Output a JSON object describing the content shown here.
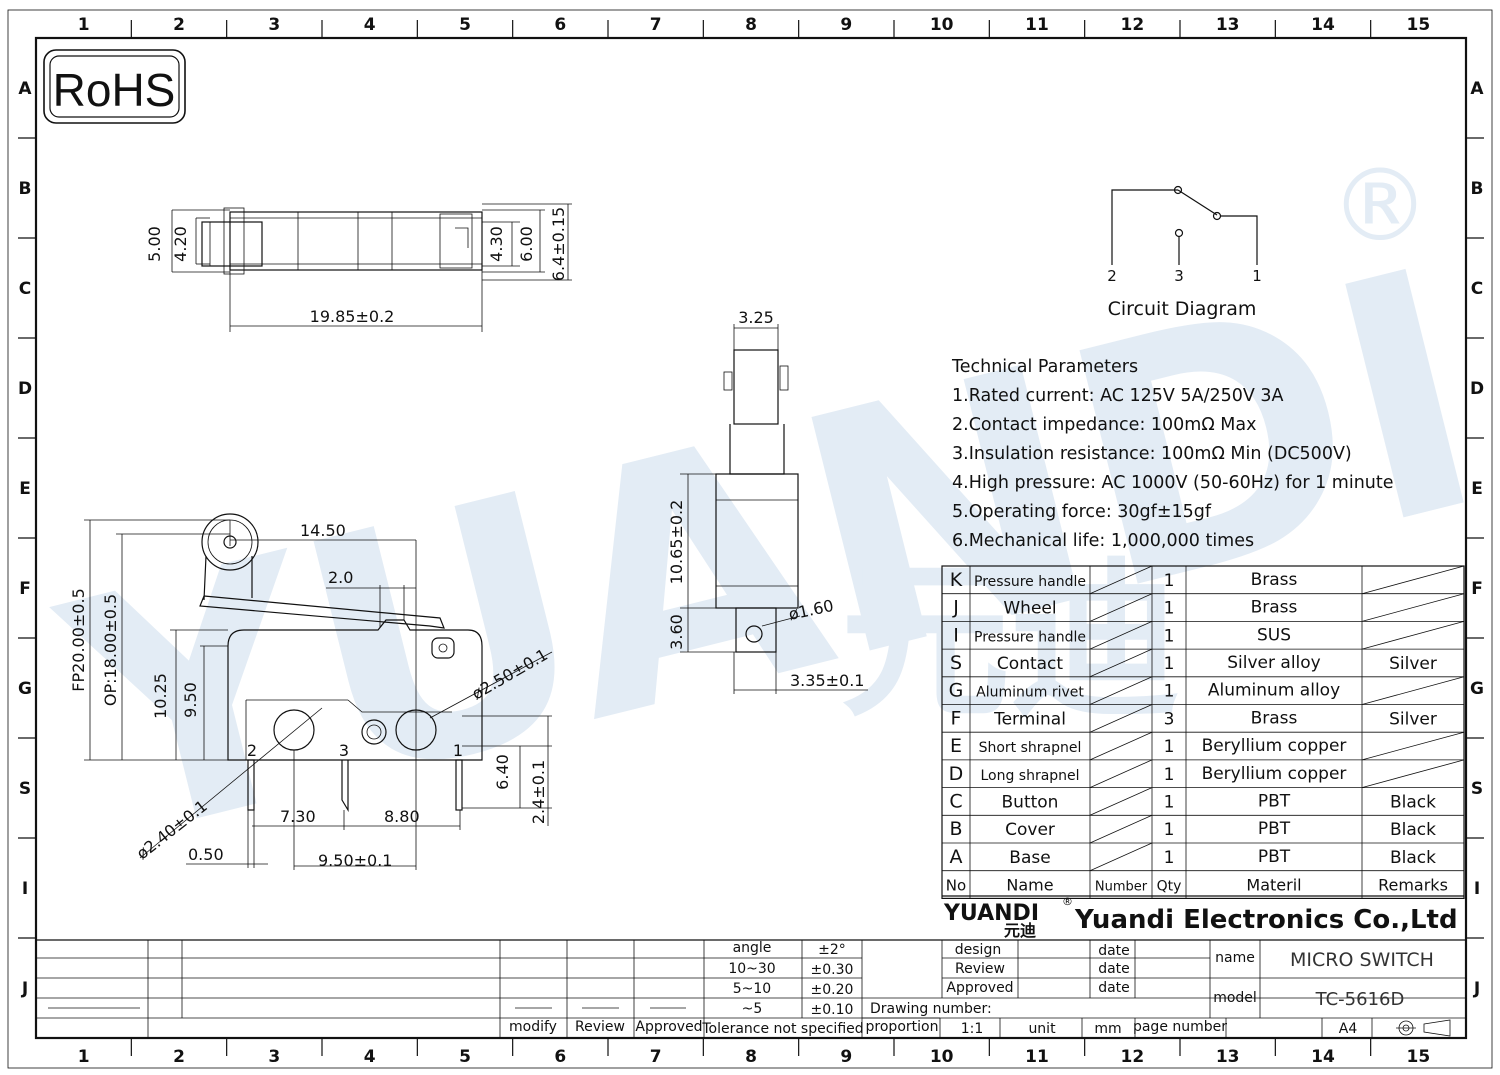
{
  "border": {
    "columns": [
      "1",
      "2",
      "3",
      "4",
      "5",
      "6",
      "7",
      "8",
      "9",
      "10",
      "11",
      "12",
      "13",
      "14",
      "15"
    ],
    "rows": [
      "A",
      "B",
      "C",
      "D",
      "E",
      "F",
      "G",
      "S",
      "I",
      "J"
    ]
  },
  "rohs_label": "RoHS",
  "watermark": {
    "text": "YUANDI",
    "cn": "元迪",
    "registered": "®"
  },
  "circuit": {
    "pins": [
      "2",
      "3",
      "1"
    ],
    "title": "Circuit  Diagram"
  },
  "technical": {
    "title": "Technical Parameters",
    "lines": [
      "1.Rated current: AC 125V 5A/250V 3A",
      "2.Contact impedance: 100mΩ Max",
      "3.Insulation resistance: 100mΩ Min  (DC500V)",
      "4.High pressure: AC 1000V   (50-60Hz)  for 1 minute",
      "5.Operating force: 30gf±15gf",
      "6.Mechanical life: 1,000,000 times"
    ]
  },
  "dimensions": {
    "top_view": [
      "5.00",
      "4.20",
      "4.30",
      "6.00",
      "6.4±0.15",
      "19.85±0.2"
    ],
    "side_view": [
      "3.25",
      "10.65±0.2",
      "3.60",
      "ø1.60",
      "3.35±0.1"
    ],
    "front_view": [
      "14.50",
      "2.0",
      "FP20.00±0.5",
      "OP:18.00±0.5",
      "10.25",
      "9.50",
      "ø2.50±0.1",
      "ø2.40±0.1",
      "6.40",
      "2.4±0.1",
      "7.30",
      "8.80",
      "0.50",
      "9.50±0.1"
    ],
    "pin_labels": [
      "2",
      "3",
      "1"
    ]
  },
  "bom": {
    "headers": [
      "No",
      "Name",
      "Number",
      "Qty",
      "Materil",
      "Remarks"
    ],
    "rows": [
      {
        "no": "K",
        "name": "Pressure handle",
        "qty": "1",
        "material": "Brass",
        "remarks": ""
      },
      {
        "no": "J",
        "name": "Wheel",
        "qty": "1",
        "material": "Brass",
        "remarks": ""
      },
      {
        "no": "I",
        "name": "Pressure handle",
        "qty": "1",
        "material": "SUS",
        "remarks": ""
      },
      {
        "no": "S",
        "name": "Contact",
        "qty": "1",
        "material": "Silver alloy",
        "remarks": "Silver"
      },
      {
        "no": "G",
        "name": "Aluminum rivet",
        "qty": "1",
        "material": "Aluminum alloy",
        "remarks": ""
      },
      {
        "no": "F",
        "name": "Terminal",
        "qty": "3",
        "material": "Brass",
        "remarks": "Silver"
      },
      {
        "no": "E",
        "name": "Short shrapnel",
        "qty": "1",
        "material": "Beryllium copper",
        "remarks": ""
      },
      {
        "no": "D",
        "name": "Long shrapnel",
        "qty": "1",
        "material": "Beryllium copper",
        "remarks": ""
      },
      {
        "no": "C",
        "name": "Button",
        "qty": "1",
        "material": "PBT",
        "remarks": "Black"
      },
      {
        "no": "B",
        "name": "Cover",
        "qty": "1",
        "material": "PBT",
        "remarks": "Black"
      },
      {
        "no": "A",
        "name": "Base",
        "qty": "1",
        "material": "PBT",
        "remarks": "Black"
      }
    ]
  },
  "company": {
    "logo_en": "YUANDI",
    "logo_cn": "元迪",
    "registered": "®",
    "name": "Yuandi Electronics Co.,Ltd"
  },
  "title_block": {
    "tolerance": [
      {
        "range": "angle",
        "tol": "±2°"
      },
      {
        "range": "10~30",
        "tol": "±0.30"
      },
      {
        "range": "5~10",
        "tol": "±0.20"
      },
      {
        "range": "~5",
        "tol": "±0.10"
      }
    ],
    "tolerance_note": "Tolerance not specified",
    "bottom_labels": [
      "modify",
      "Review",
      "Approved"
    ],
    "design": "design",
    "review": "Review",
    "approved": "Approved",
    "date": "date",
    "drawing_number_label": "Drawing number:",
    "proportion_label": "proportion",
    "proportion": "1:1",
    "unit_label": "unit",
    "unit": "mm",
    "page_number_label": "page number",
    "name_label": "name",
    "name_value": "MICRO SWITCH",
    "model_label": "model",
    "model_value": "TC-5616D",
    "paper": "A4"
  }
}
